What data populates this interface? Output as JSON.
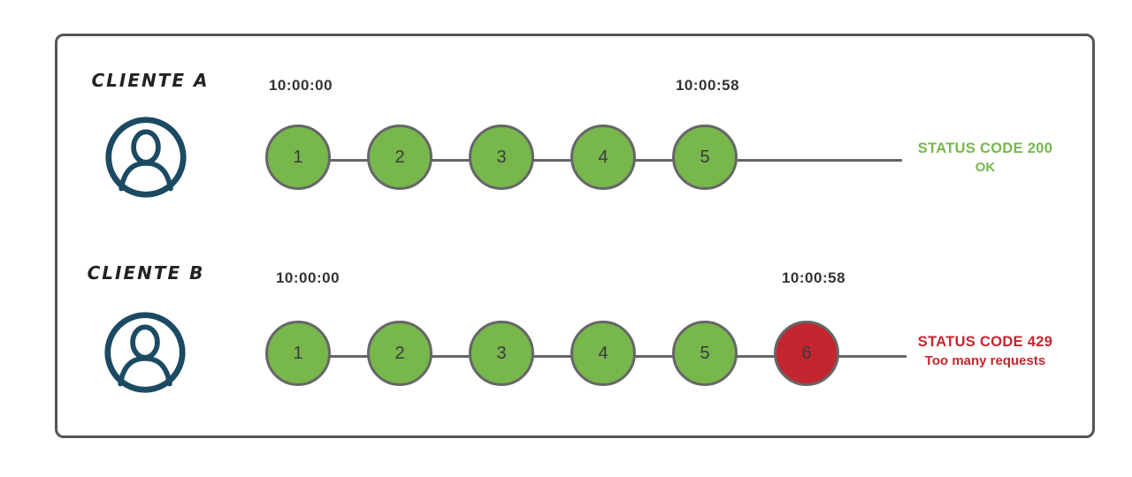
{
  "colors": {
    "success_green": "#77b74c",
    "error_red": "#c4252f",
    "connector_gray": "#666666",
    "frame_gray": "#555555",
    "avatar_navy": "#1b4a63",
    "timestamp_dark": "#333333"
  },
  "rows": [
    {
      "client_label": "CLIENTE A",
      "start_time": "10:00:00",
      "end_time": "10:00:58",
      "requests": [
        {
          "label": "1",
          "state": "ok"
        },
        {
          "label": "2",
          "state": "ok"
        },
        {
          "label": "3",
          "state": "ok"
        },
        {
          "label": "4",
          "state": "ok"
        },
        {
          "label": "5",
          "state": "ok"
        }
      ],
      "status": {
        "state": "ok",
        "code_line": "STATUS CODE 200",
        "message_line": "OK"
      }
    },
    {
      "client_label": "CLIENTE B",
      "start_time": "10:00:00",
      "end_time": "10:00:58",
      "requests": [
        {
          "label": "1",
          "state": "ok"
        },
        {
          "label": "2",
          "state": "ok"
        },
        {
          "label": "3",
          "state": "ok"
        },
        {
          "label": "4",
          "state": "ok"
        },
        {
          "label": "5",
          "state": "ok"
        },
        {
          "label": "6",
          "state": "error"
        }
      ],
      "status": {
        "state": "error",
        "code_line": "STATUS CODE 429",
        "message_line": "Too many requests"
      }
    }
  ]
}
